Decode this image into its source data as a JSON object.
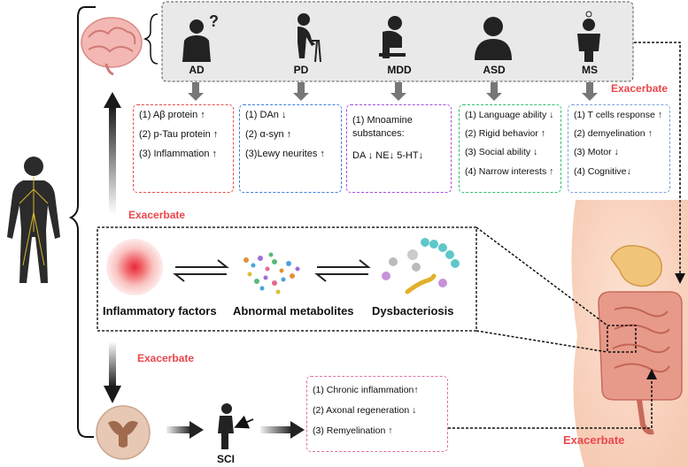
{
  "diseases": [
    {
      "label": "AD"
    },
    {
      "label": "PD"
    },
    {
      "label": "MDD"
    },
    {
      "label": "ASD"
    },
    {
      "label": "MS"
    }
  ],
  "boxes": {
    "ad": {
      "lines": [
        "(1) Aβ protein ↑",
        "(2) p-Tau protein ↑",
        "(3) Inflammation ↑"
      ],
      "color": "#e84b4b"
    },
    "pd": {
      "lines": [
        "(1) DAn ↓",
        "(2) α-syn ↑",
        "(3)Lewy neurites ↑"
      ],
      "color": "#3d7be0"
    },
    "mdd": {
      "lines": [
        "(1)  Mnoamine",
        "       substances:",
        "DA ↓  NE↓   5-HT↓"
      ],
      "color": "#a24de0"
    },
    "asd": {
      "lines": [
        "(1) Language ability ↓",
        "(2) Rigid behavior ↑",
        "(3) Social ability ↓",
        "(4) Narrow interests ↑"
      ],
      "color": "#2bbf6a"
    },
    "ms": {
      "lines": [
        "(1) T cells response ↑",
        "(2) demyelination ↑",
        "(3) Motor ↓",
        "(4) Cognitive↓"
      ],
      "color": "#7aa0d8"
    },
    "sci": {
      "lines": [
        "(1) Chronic inflammation↑",
        "(2) Axonal regeneration ↓",
        "(3) Remyelination ↑"
      ],
      "color": "#e26fa8"
    }
  },
  "exacerbate": {
    "right_top": "Exacerbate",
    "left_mid": "Exacerbate",
    "left_low": "Exacerbate",
    "bottom_right": "Exacerbate"
  },
  "gut": {
    "inflammatory": "Inflammatory factors",
    "metabolites": "Abnormal metabolites",
    "dysbacteriosis": "Dysbacteriosis"
  },
  "sci_label": "SCI",
  "icons": [
    "brain-icon",
    "human-body-icon",
    "spinal-cord-icon",
    "intestine-icon",
    "inflammation-icon",
    "metabolites-icon",
    "bacteria-icon"
  ]
}
